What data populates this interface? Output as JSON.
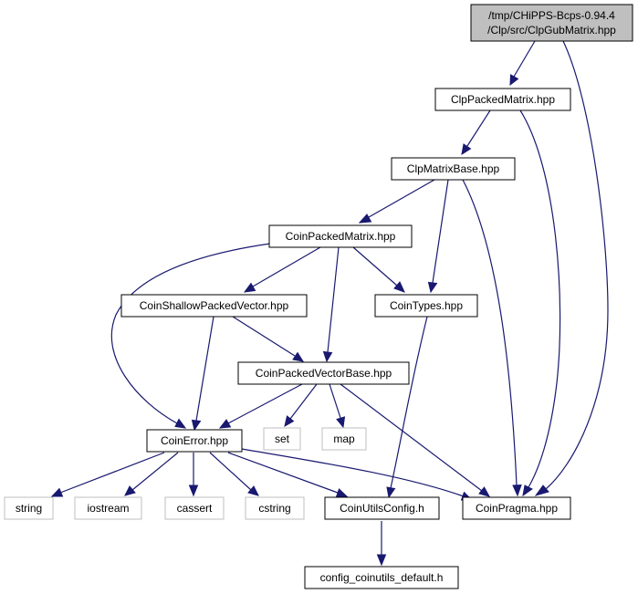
{
  "colors": {
    "edge": "#191970",
    "node_border": "#000000",
    "node_border_external": "#bfbfbf",
    "node_fill": "#ffffff",
    "root_fill": "#bfbfbf",
    "text": "#000000",
    "text_external": "#000000"
  },
  "nodes": {
    "root": {
      "lines": [
        "/tmp/CHiPPS-Bcps-0.94.4",
        "/Clp/src/ClpGubMatrix.hpp"
      ]
    },
    "clp_packed_matrix": {
      "label": "ClpPackedMatrix.hpp"
    },
    "clp_matrix_base": {
      "label": "ClpMatrixBase.hpp"
    },
    "coin_packed_matrix": {
      "label": "CoinPackedMatrix.hpp"
    },
    "coin_shallow_packed_vector": {
      "label": "CoinShallowPackedVector.hpp"
    },
    "coin_types": {
      "label": "CoinTypes.hpp"
    },
    "coin_packed_vector_base": {
      "label": "CoinPackedVectorBase.hpp"
    },
    "coin_error": {
      "label": "CoinError.hpp"
    },
    "set": {
      "label": "set"
    },
    "map": {
      "label": "map"
    },
    "string": {
      "label": "string"
    },
    "iostream": {
      "label": "iostream"
    },
    "cassert": {
      "label": "cassert"
    },
    "cstring": {
      "label": "cstring"
    },
    "coin_utils_config": {
      "label": "CoinUtilsConfig.h"
    },
    "coin_pragma": {
      "label": "CoinPragma.hpp"
    },
    "config_coinutils_default": {
      "label": "config_coinutils_default.h"
    }
  }
}
